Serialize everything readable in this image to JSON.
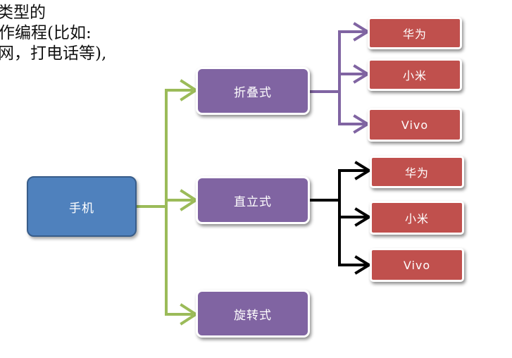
{
  "document": {
    "lines": [
      "类型的",
      "作编程(比如:",
      "网，打电话等),"
    ]
  },
  "diagram": {
    "root": {
      "label": "手机"
    },
    "categories": [
      {
        "label": "折叠式",
        "brands": [
          "华为",
          "小米",
          "Vivo"
        ]
      },
      {
        "label": "直立式",
        "brands": [
          "华为",
          "小米",
          "Vivo"
        ]
      },
      {
        "label": "旋转式",
        "brands": []
      }
    ]
  },
  "colors": {
    "root_fill": "#4f81bd",
    "category_fill": "#8064a2",
    "brand_fill": "#c0504d",
    "root_connector": "#9bbb59",
    "category1_connector": "#8064a2",
    "category2_connector": "#000000"
  }
}
